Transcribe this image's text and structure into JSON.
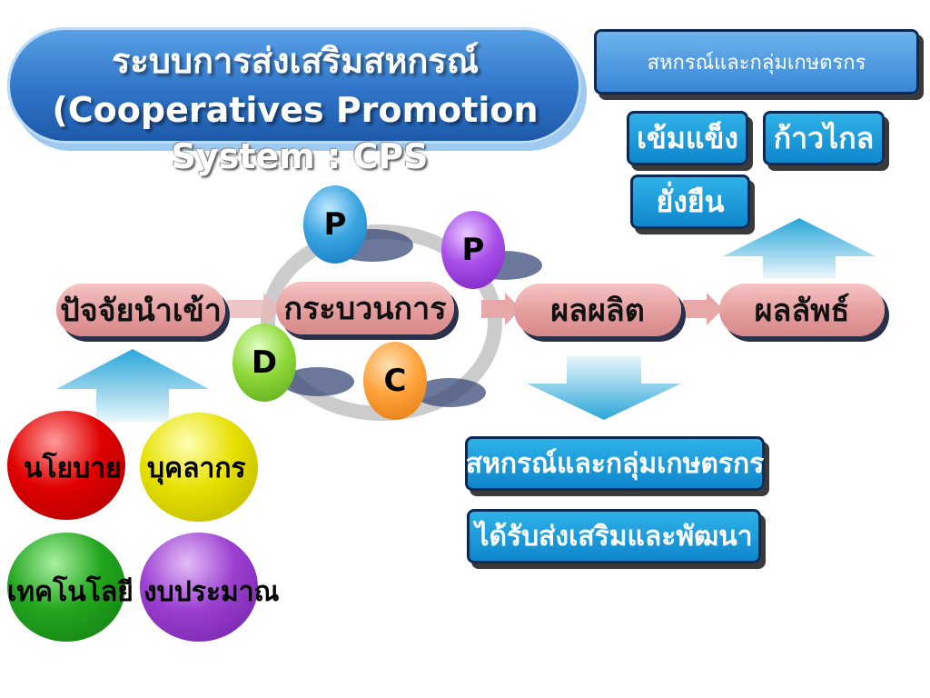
{
  "title": {
    "line1": "ระบบการส่งเสริมสหกรณ์",
    "line2": "(Cooperatives Promotion",
    "line3": "System : CPS"
  },
  "top_right": {
    "header": "สหกรณ์และกลุ่มเกษตรกร",
    "tags": [
      "เข้มแข็ง",
      "ก้าวไกล",
      "ยั่งยืน"
    ]
  },
  "process": {
    "input": "ปัจจัยนำเข้า",
    "process": "กระบวนการ",
    "output": "ผลผลิต",
    "outcome": "ผลลัพธ์"
  },
  "pdca": [
    "P",
    "P",
    "D",
    "C"
  ],
  "inputs": [
    "นโยบาย",
    "บุคลากร",
    "เทคโนโลยี",
    "งบประมาณ"
  ],
  "output_box": {
    "line1": "สหกรณ์และกลุ่มเกษตรกร",
    "line2": "ได้รับส่งเสริมและพัฒนา"
  },
  "colors": {
    "title_blue": "#2f74c8",
    "box_blue": "#0e86cc",
    "pill_pink": "#e39a9a",
    "red": "#e00000",
    "yellow": "#e6e000",
    "green": "#22a51e",
    "purple": "#9b3fd0"
  }
}
